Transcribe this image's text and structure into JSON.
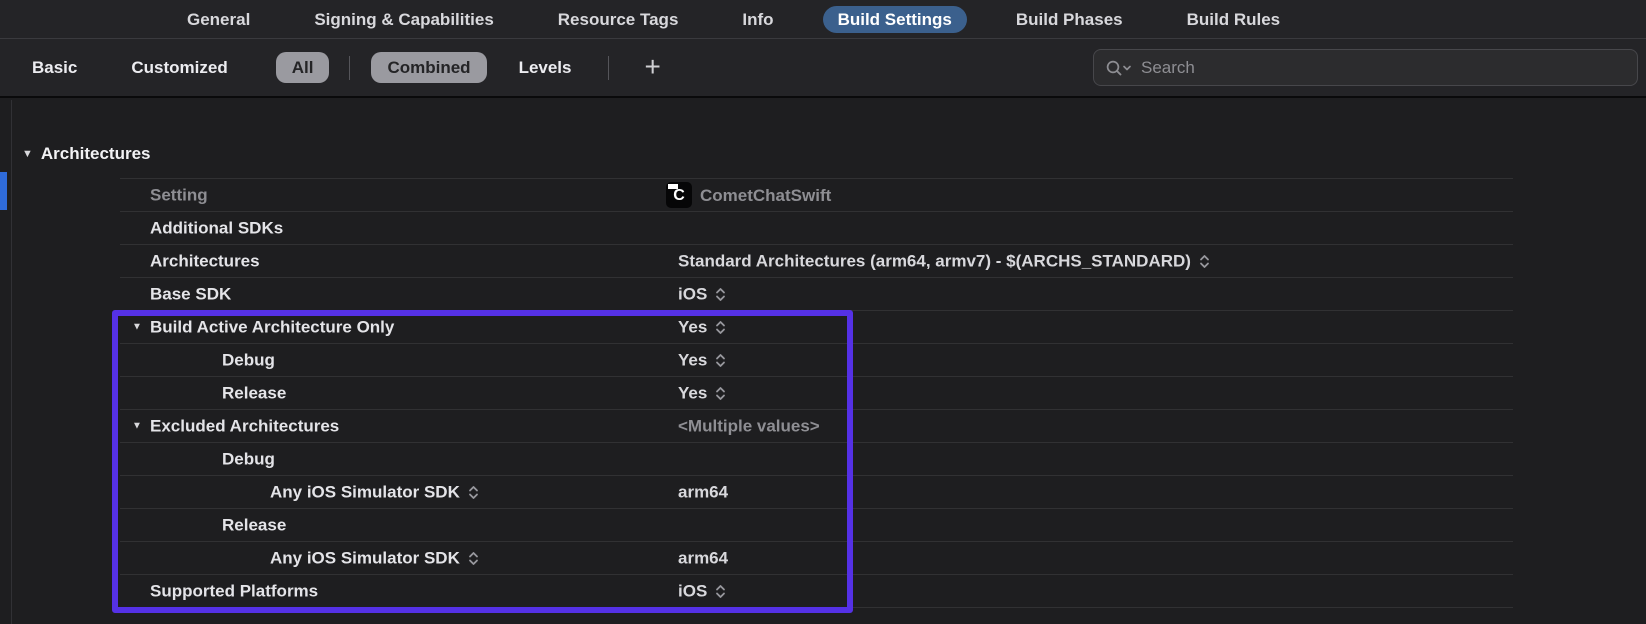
{
  "tabbar": {
    "tabs": [
      {
        "label": "General",
        "selected": false
      },
      {
        "label": "Signing & Capabilities",
        "selected": false
      },
      {
        "label": "Resource Tags",
        "selected": false
      },
      {
        "label": "Info",
        "selected": false
      },
      {
        "label": "Build Settings",
        "selected": true
      },
      {
        "label": "Build Phases",
        "selected": false
      },
      {
        "label": "Build Rules",
        "selected": false
      }
    ],
    "selected_pill_color": "#3b608d"
  },
  "toolbar": {
    "scopes": [
      {
        "label": "Basic",
        "style": "plain"
      },
      {
        "label": "Customized",
        "style": "plain"
      },
      {
        "label": "All",
        "style": "pill"
      },
      {
        "label": "Combined",
        "style": "pill"
      },
      {
        "label": "Levels",
        "style": "plain"
      }
    ],
    "pill_color": "#9a9aa0",
    "add_button_label": "+",
    "search": {
      "placeholder": "Search"
    }
  },
  "content": {
    "section_title": "Architectures",
    "header_row": {
      "setting_label": "Setting",
      "target_name": "CometChatSwift",
      "target_icon": "cometchat-c-logo",
      "target_icon_letter": "C"
    },
    "rows": [
      {
        "label": "Additional SDKs",
        "indent": 1,
        "disclosure": false,
        "label_stepper": false,
        "value": "",
        "value_stepper": false,
        "value_gray": false
      },
      {
        "label": "Architectures",
        "indent": 1,
        "disclosure": false,
        "label_stepper": false,
        "value": "Standard Architectures (arm64, armv7)  -  $(ARCHS_STANDARD)",
        "value_stepper": true,
        "value_gray": false
      },
      {
        "label": "Base SDK",
        "indent": 1,
        "disclosure": false,
        "label_stepper": false,
        "value": "iOS",
        "value_stepper": true,
        "value_gray": false
      },
      {
        "label": "Build Active Architecture Only",
        "indent": 1,
        "disclosure": true,
        "label_stepper": false,
        "value": "Yes",
        "value_stepper": true,
        "value_gray": false
      },
      {
        "label": "Debug",
        "indent": 2,
        "disclosure": false,
        "label_stepper": false,
        "value": "Yes",
        "value_stepper": true,
        "value_gray": false
      },
      {
        "label": "Release",
        "indent": 2,
        "disclosure": false,
        "label_stepper": false,
        "value": "Yes",
        "value_stepper": true,
        "value_gray": false
      },
      {
        "label": "Excluded Architectures",
        "indent": 1,
        "disclosure": true,
        "label_stepper": false,
        "value": "<Multiple values>",
        "value_stepper": false,
        "value_gray": true
      },
      {
        "label": "Debug",
        "indent": 2,
        "disclosure": false,
        "label_stepper": false,
        "value": "",
        "value_stepper": false,
        "value_gray": false
      },
      {
        "label": "Any iOS Simulator SDK",
        "indent": 3,
        "disclosure": false,
        "label_stepper": true,
        "value": "arm64",
        "value_stepper": false,
        "value_gray": false
      },
      {
        "label": "Release",
        "indent": 2,
        "disclosure": false,
        "label_stepper": false,
        "value": "",
        "value_stepper": false,
        "value_gray": false
      },
      {
        "label": "Any iOS Simulator SDK",
        "indent": 3,
        "disclosure": false,
        "label_stepper": true,
        "value": "arm64",
        "value_stepper": false,
        "value_gray": false
      },
      {
        "label": "Supported Platforms",
        "indent": 1,
        "disclosure": false,
        "label_stepper": false,
        "value": "iOS",
        "value_stepper": true,
        "value_gray": false
      }
    ],
    "highlight_box": {
      "color": "#5531e6",
      "start_row": "Build Active Architecture Only",
      "end_row": "Supported Platforms"
    },
    "selection_indicator_color": "#2f6bd9"
  }
}
